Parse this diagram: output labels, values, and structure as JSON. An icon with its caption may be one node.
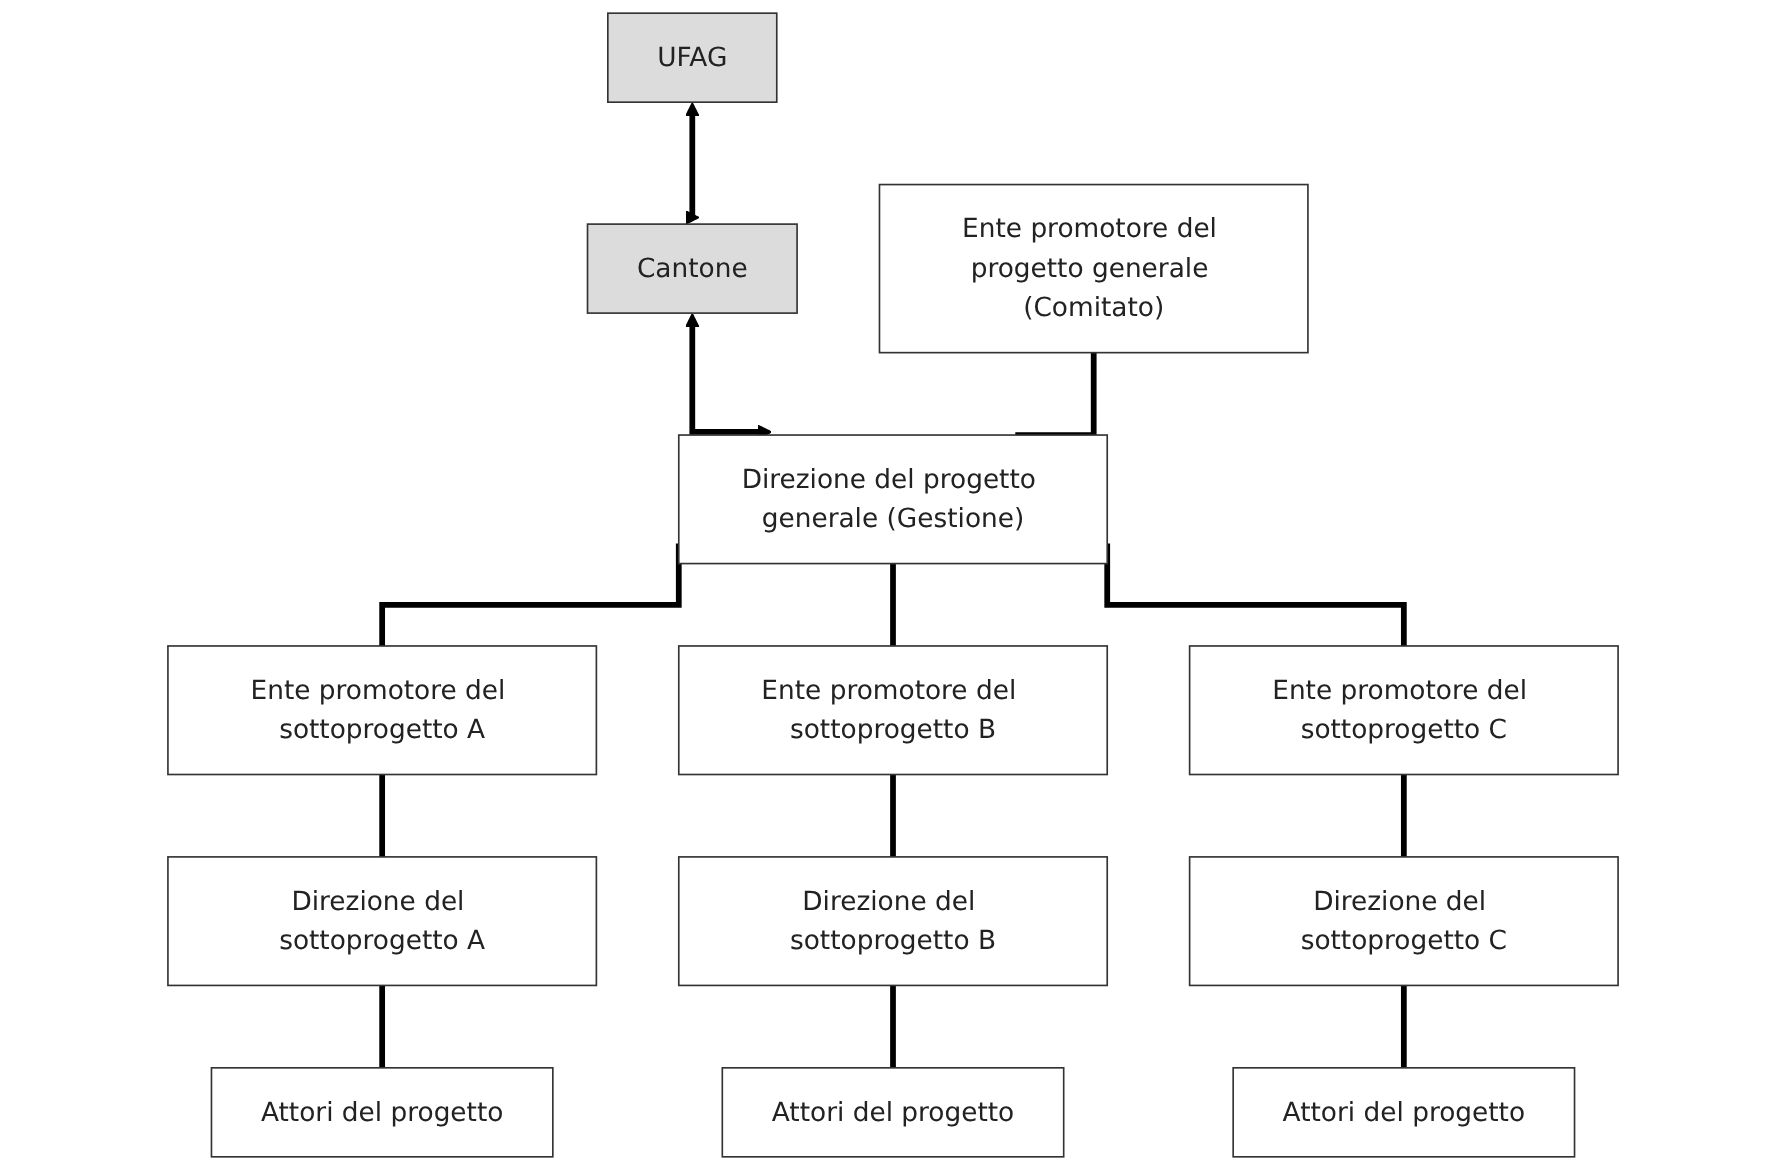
{
  "diagram": {
    "nodes": [
      {
        "text": [
          "UFAG"
        ]
      },
      {
        "text": [
          "Cantone"
        ]
      },
      {
        "text": [
          "Ente promotore del progetto generale (Comitato)"
        ]
      },
      {
        "text": [
          "Direzione del progetto generale (Gestione)"
        ]
      },
      {
        "text": [
          "Ente promotore del sottoprogetto A"
        ]
      },
      {
        "text": [
          "Direzione del sottoprogetto A"
        ]
      },
      {
        "text": [
          "Attori del progetto"
        ]
      },
      {
        "text": [
          "Ente promotore del sottoprogetto B"
        ]
      },
      {
        "text": [
          "Direzione del sottoprogetto B"
        ]
      },
      {
        "text": [
          "Attori del progetto"
        ]
      },
      {
        "text": [
          "Ente promotore del sottoprogetto C"
        ]
      },
      {
        "text": [
          "Direzione del sottoprogetto C"
        ]
      },
      {
        "text": [
          "Attori del progetto"
        ]
      }
    ],
    "edges": [
      {
        "from": 0,
        "to": 1,
        "arrow": "both"
      },
      {
        "from": 1,
        "to": 3,
        "arrow": "both"
      },
      {
        "from": 2,
        "to": 3,
        "arrow": "none"
      },
      {
        "from": 3,
        "to": 4,
        "arrow": "none"
      },
      {
        "from": 3,
        "to": 7,
        "arrow": "none"
      },
      {
        "from": 3,
        "to": 10,
        "arrow": "none"
      },
      {
        "from": 4,
        "to": 5,
        "arrow": "none"
      },
      {
        "from": 5,
        "to": 6,
        "arrow": "none"
      },
      {
        "from": 7,
        "to": 8,
        "arrow": "none"
      },
      {
        "from": 8,
        "to": 9,
        "arrow": "none"
      },
      {
        "from": 10,
        "to": 11,
        "arrow": "none"
      },
      {
        "from": 11,
        "to": 12,
        "arrow": "none"
      }
    ]
  }
}
